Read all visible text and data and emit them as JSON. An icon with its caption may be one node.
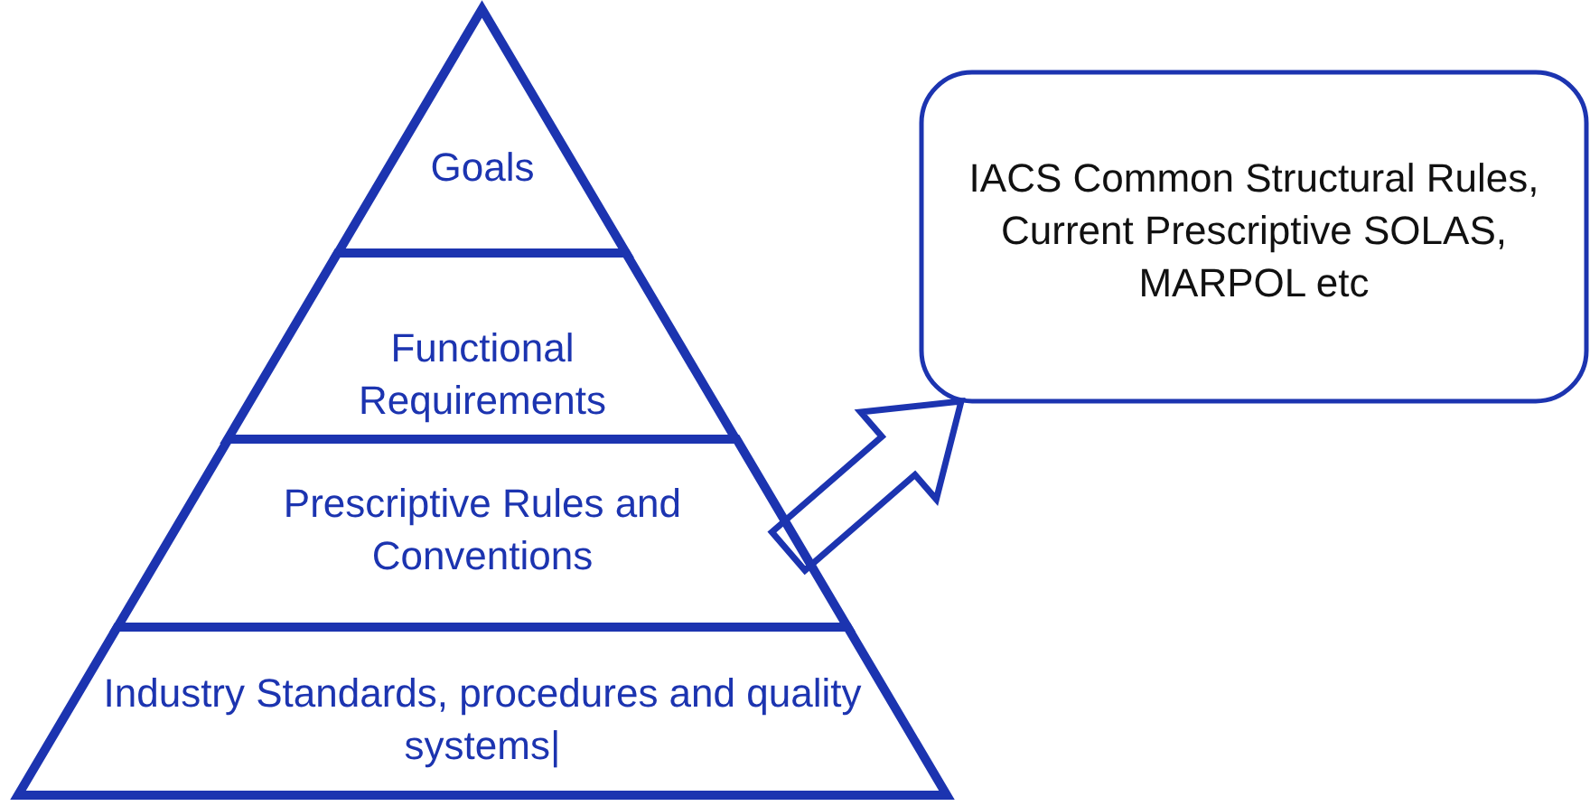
{
  "diagram": {
    "nodes": [
      {
        "text": [
          "Goals"
        ]
      },
      {
        "text": [
          "Functional Requirements"
        ]
      },
      {
        "text": [
          "Prescriptive Rules and Conventions"
        ]
      },
      {
        "text": [
          "Industry Standards, procedures and quality systems|"
        ]
      },
      {
        "text": [
          "IACS Common Structural Rules, Current Prescriptive SOLAS, MARPOL etc"
        ]
      }
    ],
    "edges": [
      {
        "from": 2,
        "to": 4,
        "arrow": "to",
        "style": "thick"
      }
    ]
  }
}
